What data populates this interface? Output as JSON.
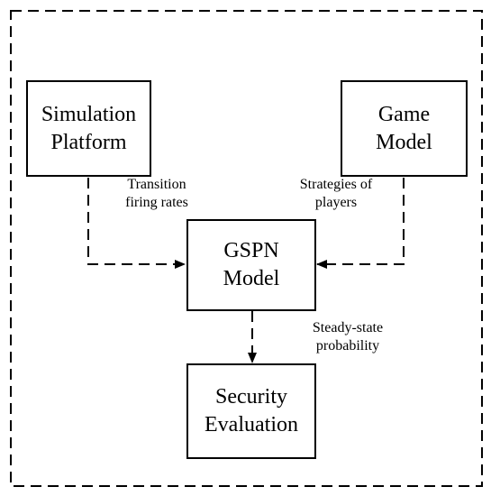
{
  "diagram": {
    "nodes": {
      "simulation_platform": {
        "line1": "Simulation",
        "line2": "Platform"
      },
      "game_model": {
        "line1": "Game",
        "line2": "Model"
      },
      "gspn_model": {
        "line1": "GSPN",
        "line2": "Model"
      },
      "security_evaluation": {
        "line1": "Security",
        "line2": "Evaluation"
      }
    },
    "edges": {
      "transition_firing_rates": {
        "line1": "Transition",
        "line2": "firing rates"
      },
      "strategies_of_players": {
        "line1": "Strategies of",
        "line2": "players"
      },
      "steady_state_probability": {
        "line1": "Steady-state",
        "line2": "probability"
      }
    },
    "colors": {
      "stroke": "#000000",
      "background": "#ffffff"
    }
  }
}
